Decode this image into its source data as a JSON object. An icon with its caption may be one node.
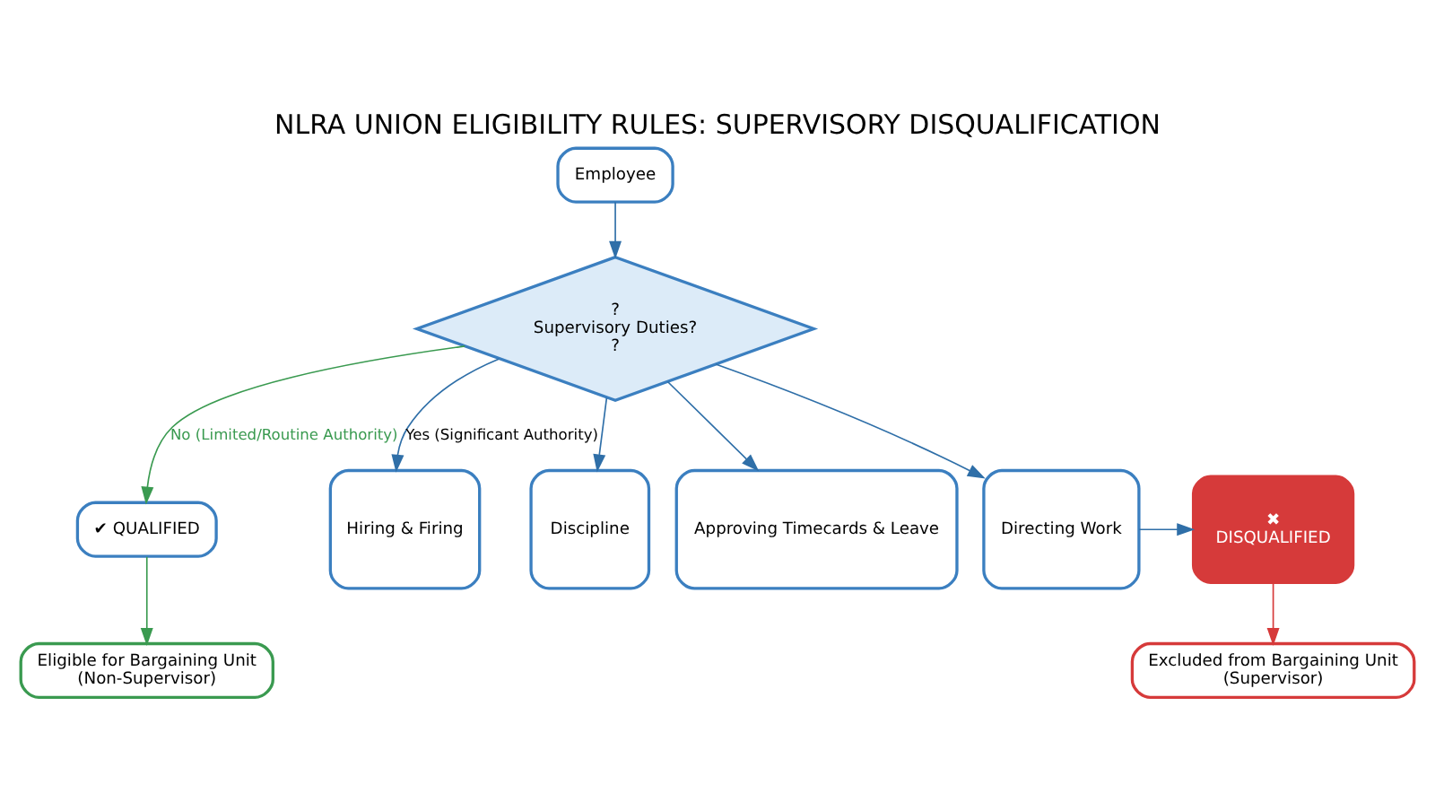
{
  "diagram": {
    "title": "NLRA UNION ELIGIBILITY RULES: SUPERVISORY DISQUALIFICATION",
    "nodes": [
      {
        "text": [
          "Employee"
        ]
      },
      {
        "text": [
          "?",
          "Supervisory Duties?",
          "?"
        ]
      },
      {
        "text": [
          "✔ QUALIFIED"
        ]
      },
      {
        "text": [
          "Eligible for Bargaining Unit",
          "(Non-Supervisor)"
        ]
      },
      {
        "text": [
          "Hiring & Firing"
        ]
      },
      {
        "text": [
          "Discipline"
        ]
      },
      {
        "text": [
          "Approving Timecards & Leave"
        ]
      },
      {
        "text": [
          "Directing Work"
        ]
      },
      {
        "text": [
          "✖",
          "DISQUALIFIED"
        ]
      },
      {
        "text": [
          "Excluded from Bargaining Unit",
          "(Supervisor)"
        ]
      }
    ],
    "edges": [
      {
        "from": 0,
        "to": 1,
        "arrow": "to"
      },
      {
        "from": 1,
        "to": 2,
        "arrow": "to",
        "label": "No (Limited/Routine Authority)",
        "color": "#3a9a50"
      },
      {
        "from": 1,
        "to": 4,
        "arrow": "to",
        "label": "Yes (Significant Authority)"
      },
      {
        "from": 1,
        "to": 5,
        "arrow": "to"
      },
      {
        "from": 1,
        "to": 6,
        "arrow": "to"
      },
      {
        "from": 1,
        "to": 7,
        "arrow": "to"
      },
      {
        "from": 2,
        "to": 3,
        "arrow": "to",
        "color": "#3a9a50"
      },
      {
        "from": 7,
        "to": 8,
        "arrow": "to"
      },
      {
        "from": 8,
        "to": 9,
        "arrow": "to",
        "color": "#d63a3a"
      }
    ]
  }
}
